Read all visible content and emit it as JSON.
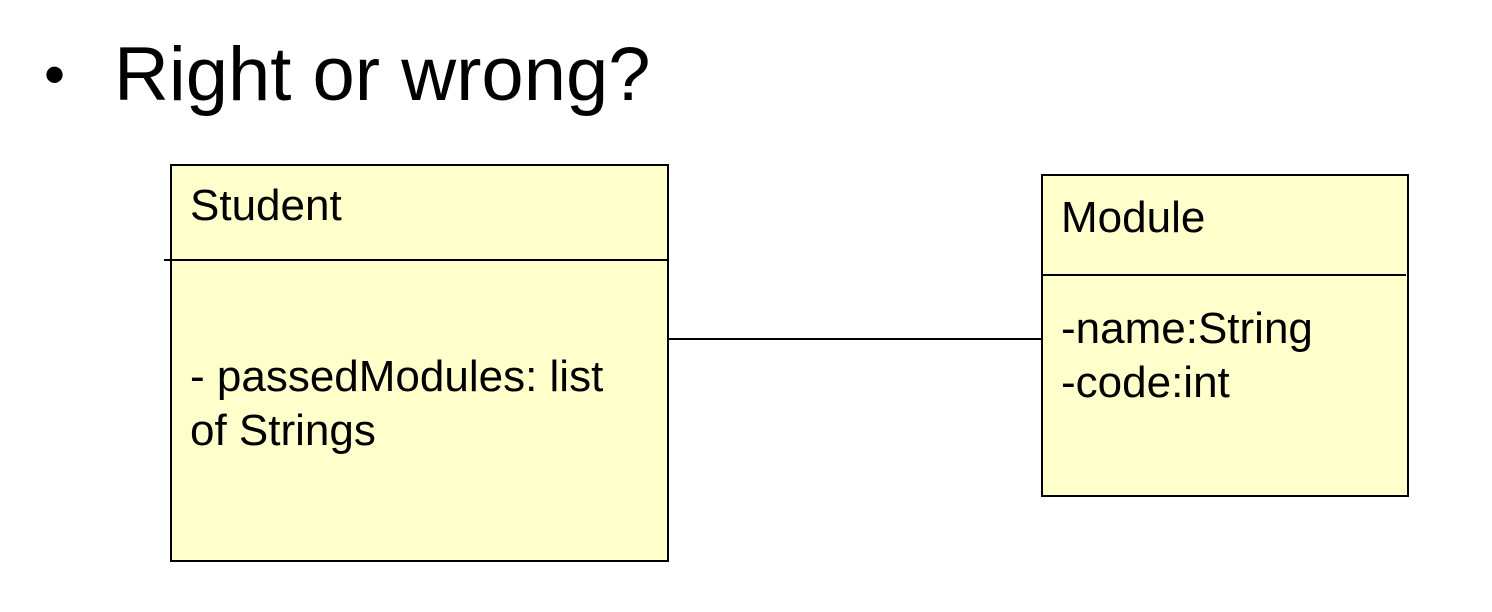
{
  "slide": {
    "bullet": "•",
    "title": "Right or wrong?"
  },
  "diagram": {
    "classes": [
      {
        "name": "Student",
        "attributes": [
          "- passedModules: list",
          "of Strings"
        ]
      },
      {
        "name": "Module",
        "attributes": [
          "-name:String",
          "-code:int"
        ]
      }
    ],
    "fill_color": "#ffffcc",
    "line_color": "#000000"
  }
}
